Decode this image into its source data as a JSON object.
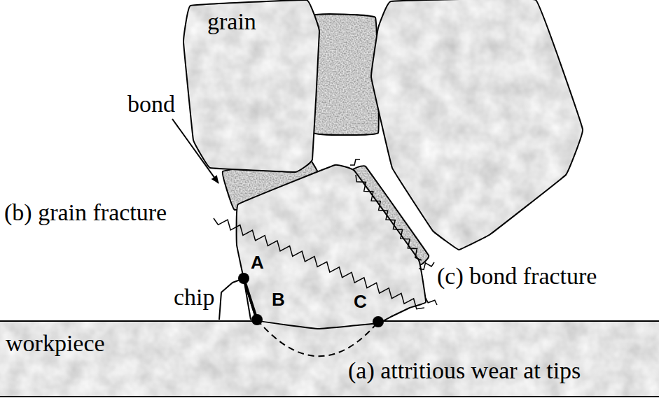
{
  "diagram": {
    "nodes": [
      {
        "text": [
          "grain"
        ]
      },
      {
        "text": [
          "workpiece"
        ]
      }
    ],
    "labels": [
      "bond",
      "(b) grain fracture",
      "A",
      "B",
      "C",
      "chip",
      "(c) bond fracture",
      "(a) attritious wear at tips"
    ]
  }
}
